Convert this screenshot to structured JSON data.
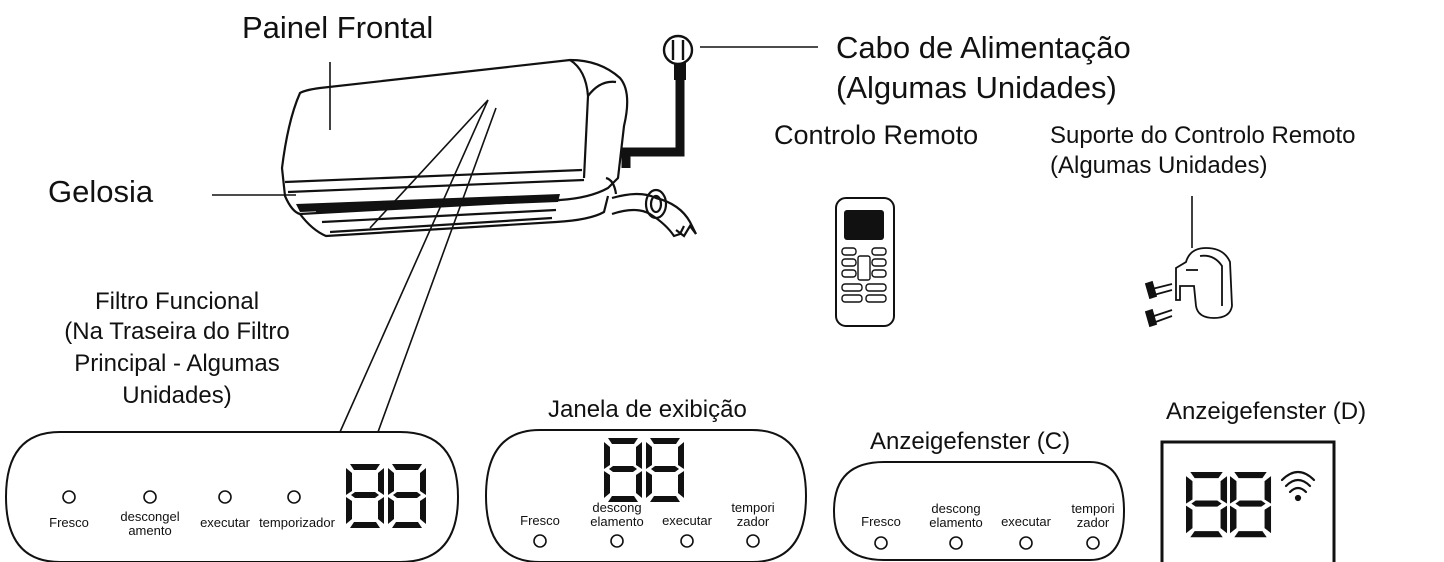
{
  "unit_labels": {
    "front_panel": "Painel Frontal",
    "power_cable": "Cabo de Alimentação",
    "power_cable_note": "(Algumas Unidades)",
    "remote": "Controlo Remoto",
    "remote_holder": "Suporte do Controlo Remoto",
    "remote_holder_note": "(Algumas Unidades)",
    "louver": "Gelosia",
    "filter_line1": "Filtro Funcional",
    "filter_line2": "(Na Traseira do Filtro",
    "filter_line3": "Principal - Algumas",
    "filter_line4": "Unidades)"
  },
  "panel_a": {
    "fresh": "Fresco",
    "defrost_1": "descongel",
    "defrost_2": "amento",
    "run": "executar",
    "timer": "temporizador",
    "digits": "88"
  },
  "panel_b": {
    "title": "Janela de exibição",
    "fresh": "Fresco",
    "defrost_1": "descong",
    "defrost_2": "elamento",
    "run": "executar",
    "timer_1": "tempori",
    "timer_2": "zador",
    "digits": "88"
  },
  "panel_c": {
    "title": "Anzeigefenster  (C)",
    "fresh": "Fresco",
    "defrost_1": "descong",
    "defrost_2": "elamento",
    "run": "executar",
    "timer_1": "tempori",
    "timer_2": "zador"
  },
  "panel_d": {
    "title": "Anzeigefenster  (D)",
    "digits": "88",
    "wifi_icon": "wifi-icon"
  }
}
